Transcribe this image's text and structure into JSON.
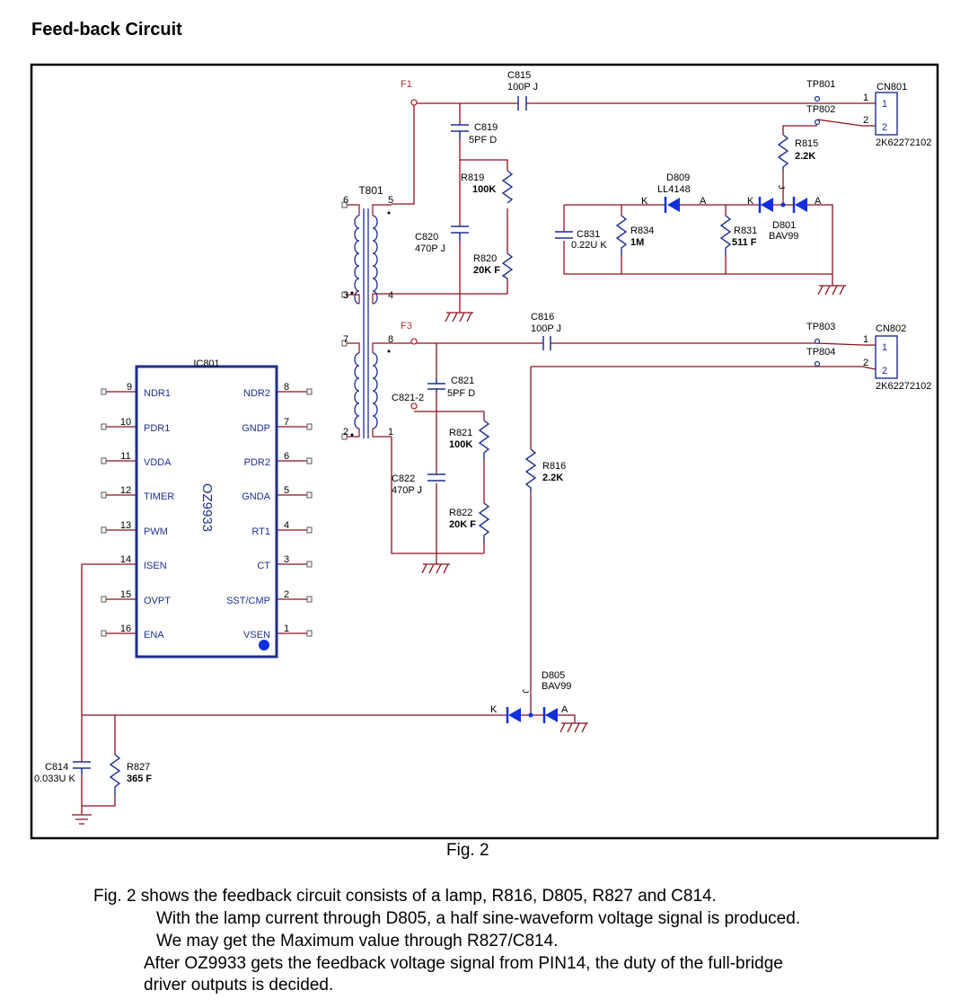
{
  "title": "Feed-back Circuit",
  "caption": "Fig. 2",
  "description": [
    "Fig. 2 shows the feedback circuit consists of a lamp, R816, D805, R827 and C814.",
    "With the lamp current through D805, a half sine-waveform voltage signal is produced.",
    "We may get the Maximum value through R827/C814.",
    "After OZ9933 gets the feedback voltage signal from PIN14, the duty of the full-bridge",
    "driver outputs is decided."
  ],
  "colors": {
    "wire": "#8b1020",
    "component": "#1f2f8f",
    "diode": "#1030e0",
    "node": "#b03030",
    "label": "#000000"
  },
  "ic": {
    "ref": "IC801",
    "part": "OZ9933",
    "left_pins": [
      {
        "num": "9",
        "name": "NDR1"
      },
      {
        "num": "10",
        "name": "PDR1"
      },
      {
        "num": "11",
        "name": "VDDA"
      },
      {
        "num": "12",
        "name": "TIMER"
      },
      {
        "num": "13",
        "name": "PWM"
      },
      {
        "num": "14",
        "name": "ISEN"
      },
      {
        "num": "15",
        "name": "OVPT"
      },
      {
        "num": "16",
        "name": "ENA"
      }
    ],
    "right_pins": [
      {
        "num": "8",
        "name": "NDR2"
      },
      {
        "num": "7",
        "name": "GNDP"
      },
      {
        "num": "6",
        "name": "PDR2"
      },
      {
        "num": "5",
        "name": "GNDA"
      },
      {
        "num": "4",
        "name": "RT1"
      },
      {
        "num": "3",
        "name": "CT"
      },
      {
        "num": "2",
        "name": "SST/CMP"
      },
      {
        "num": "1",
        "name": "VSEN"
      }
    ]
  },
  "transformer": {
    "ref": "T801",
    "pins": [
      "6",
      "5",
      "3",
      "4",
      "7",
      "8",
      "2",
      "1"
    ]
  },
  "nodes": {
    "f1": "F1",
    "f3": "F3",
    "c821_2": "C821-2"
  },
  "components": {
    "c815": {
      "ref": "C815",
      "value": "100P J"
    },
    "c816": {
      "ref": "C816",
      "value": "100P J"
    },
    "c819": {
      "ref": "C819",
      "value": "5PF D"
    },
    "c820": {
      "ref": "C820",
      "value": "470P J"
    },
    "c821": {
      "ref": "C821",
      "value": "5PF D"
    },
    "c822": {
      "ref": "C822",
      "value": "470P J"
    },
    "c831": {
      "ref": "C831",
      "value": "0.22U K"
    },
    "c814": {
      "ref": "C814",
      "value": "0.033U K"
    },
    "r819": {
      "ref": "R819",
      "value": "100K"
    },
    "r820": {
      "ref": "R820",
      "value": "20K F"
    },
    "r821": {
      "ref": "R821",
      "value": "100K"
    },
    "r822": {
      "ref": "R822",
      "value": "20K F"
    },
    "r815": {
      "ref": "R815",
      "value": "2.2K"
    },
    "r816": {
      "ref": "R816",
      "value": "2.2K"
    },
    "r834": {
      "ref": "R834",
      "value": "1M"
    },
    "r831": {
      "ref": "R831",
      "value": "511 F"
    },
    "r827": {
      "ref": "R827",
      "value": "365 F"
    },
    "d809": {
      "ref": "D809",
      "value": "LL4148",
      "k": "K",
      "a": "A"
    },
    "d801": {
      "ref": "D801",
      "value": "BAV99",
      "k": "K",
      "a": "A",
      "j": "J"
    },
    "d805": {
      "ref": "D805",
      "value": "BAV99",
      "k": "K",
      "a": "A",
      "j": "J"
    }
  },
  "test_points": {
    "tp801": "TP801",
    "tp802": "TP802",
    "tp803": "TP803",
    "tp804": "TP804"
  },
  "connectors": {
    "cn801": {
      "ref": "CN801",
      "part": "2K62272102",
      "pin1": "1",
      "pin2": "2"
    },
    "cn802": {
      "ref": "CN802",
      "part": "2K62272102",
      "pin1": "1",
      "pin2": "2"
    }
  }
}
